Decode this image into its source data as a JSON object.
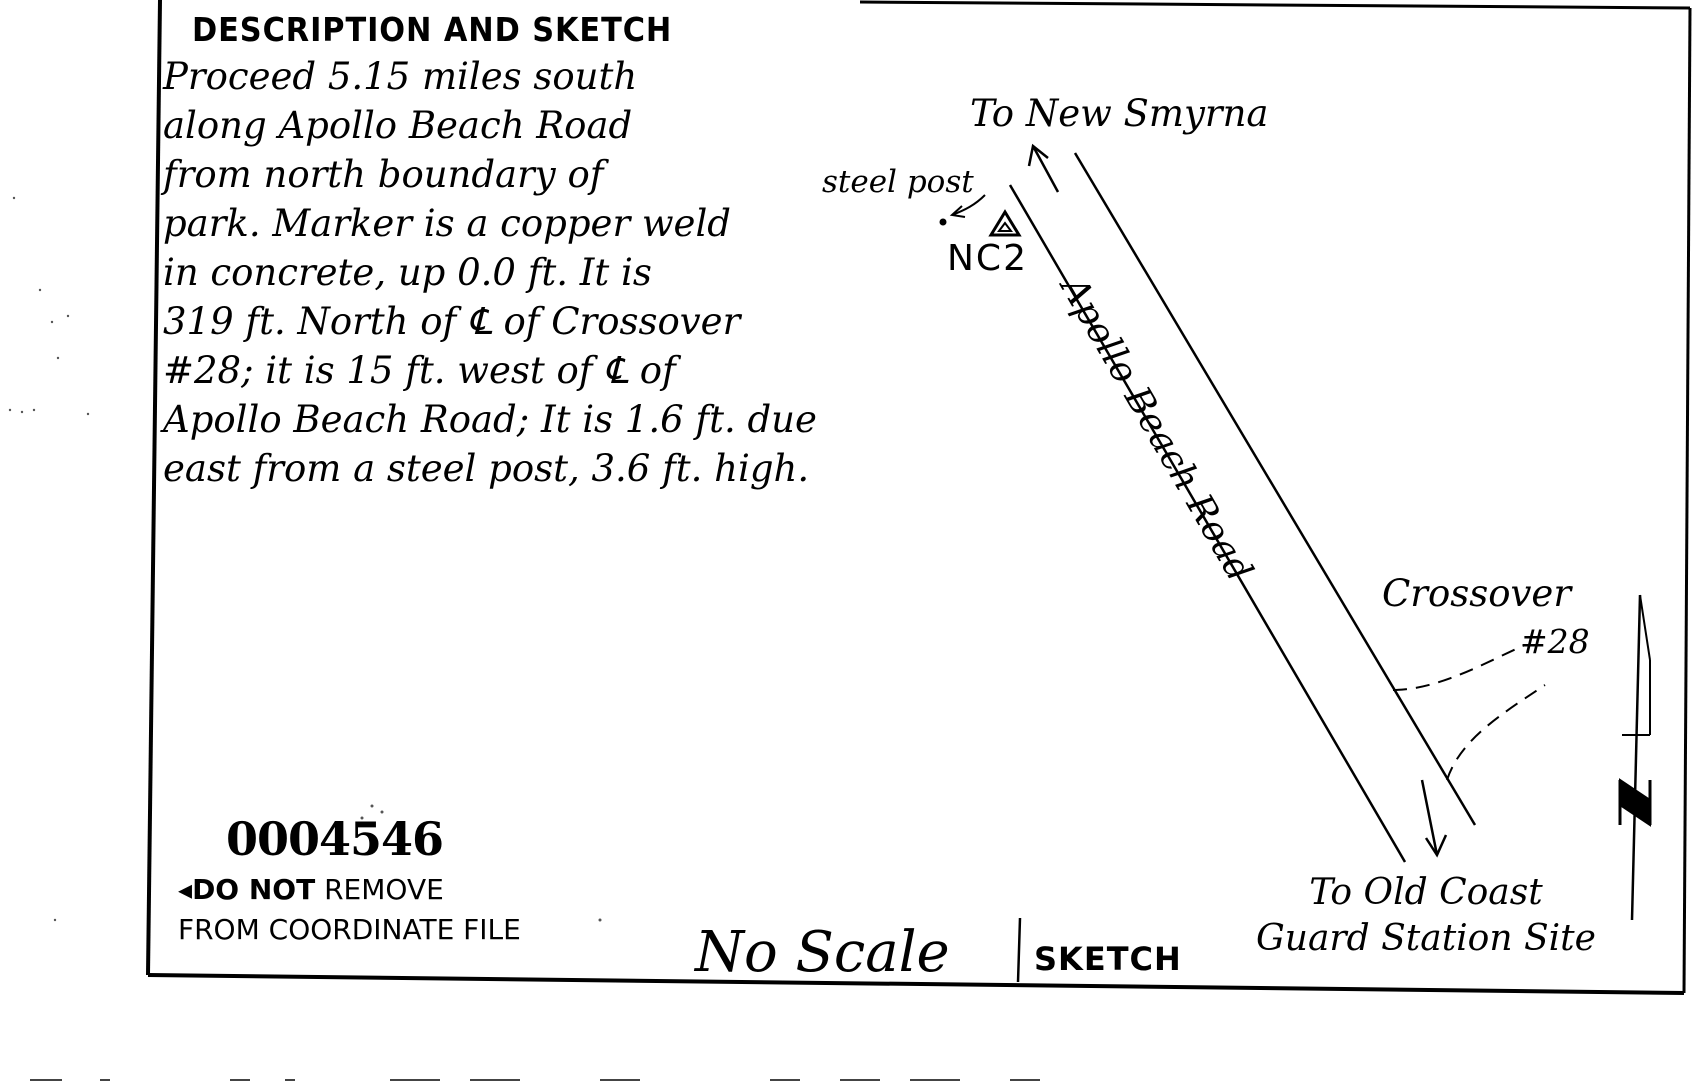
{
  "header": {
    "title": "DESCRIPTION AND SKETCH"
  },
  "description": {
    "lines": [
      "Proceed 5.15 miles south",
      "along Apollo Beach Road",
      "from north boundary of",
      "park. Marker is a copper weld",
      "in concrete, up 0.0 ft. It is",
      "319 ft. North of ℄ of Crossover",
      "#28; it is 15 ft. west of ℄ of",
      "Apollo Beach Road; It is 1.6 ft. due",
      "east from a steel post, 3.6 ft. high."
    ]
  },
  "stamp": {
    "file_number": "0004546",
    "notice_line1_bold": "DO NOT",
    "notice_line1_rest": " REMOVE",
    "notice_line2": "FROM COORDINATE FILE"
  },
  "scale_note": "No Scale",
  "sketch": {
    "label": "SKETCH",
    "to_north": "To New Smyrna",
    "steel_post": "steel post",
    "marker_name": "NC2",
    "road_name": "Apollo Beach Road",
    "crossover": "Crossover",
    "crossover_number": "#28",
    "to_south_line1": "To Old Coast",
    "to_south_line2": "Guard Station Site"
  },
  "colors": {
    "ink": "#000000",
    "paper": "#ffffff"
  },
  "icons": {
    "north_arrow": "north-arrow-icon",
    "marker": "triangle-marker-icon"
  }
}
